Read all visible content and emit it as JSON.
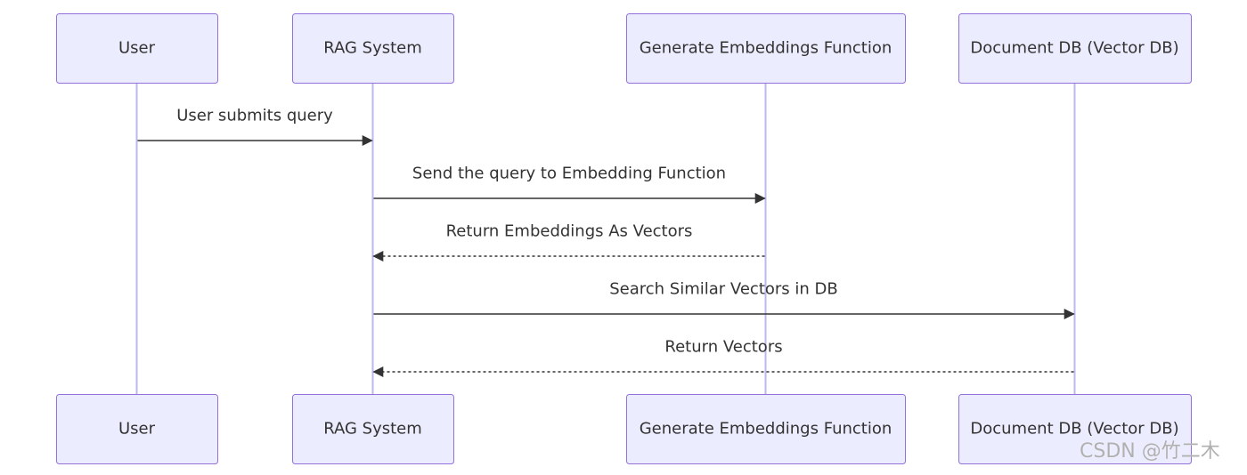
{
  "colors": {
    "actor_fill": "#ececff",
    "actor_stroke": "#9370db",
    "lifeline": "#b9b9ef",
    "message": "#333333",
    "text": "#333333"
  },
  "actors": [
    {
      "id": "user",
      "label": "User"
    },
    {
      "id": "rag",
      "label": "RAG System"
    },
    {
      "id": "embed",
      "label": "Generate Embeddings Function"
    },
    {
      "id": "docdb",
      "label": "Document DB (Vector DB)"
    }
  ],
  "messages": [
    {
      "from": "user",
      "to": "rag",
      "label": "User submits query",
      "style": "solid"
    },
    {
      "from": "rag",
      "to": "embed",
      "label": "Send the query to Embedding Function",
      "style": "solid"
    },
    {
      "from": "embed",
      "to": "rag",
      "label": "Return Embeddings As Vectors",
      "style": "dashed"
    },
    {
      "from": "rag",
      "to": "docdb",
      "label": "Search Similar Vectors in DB",
      "style": "solid"
    },
    {
      "from": "docdb",
      "to": "rag",
      "label": "Return Vectors",
      "style": "dashed"
    }
  ],
  "watermark": "CSDN @竹二木"
}
